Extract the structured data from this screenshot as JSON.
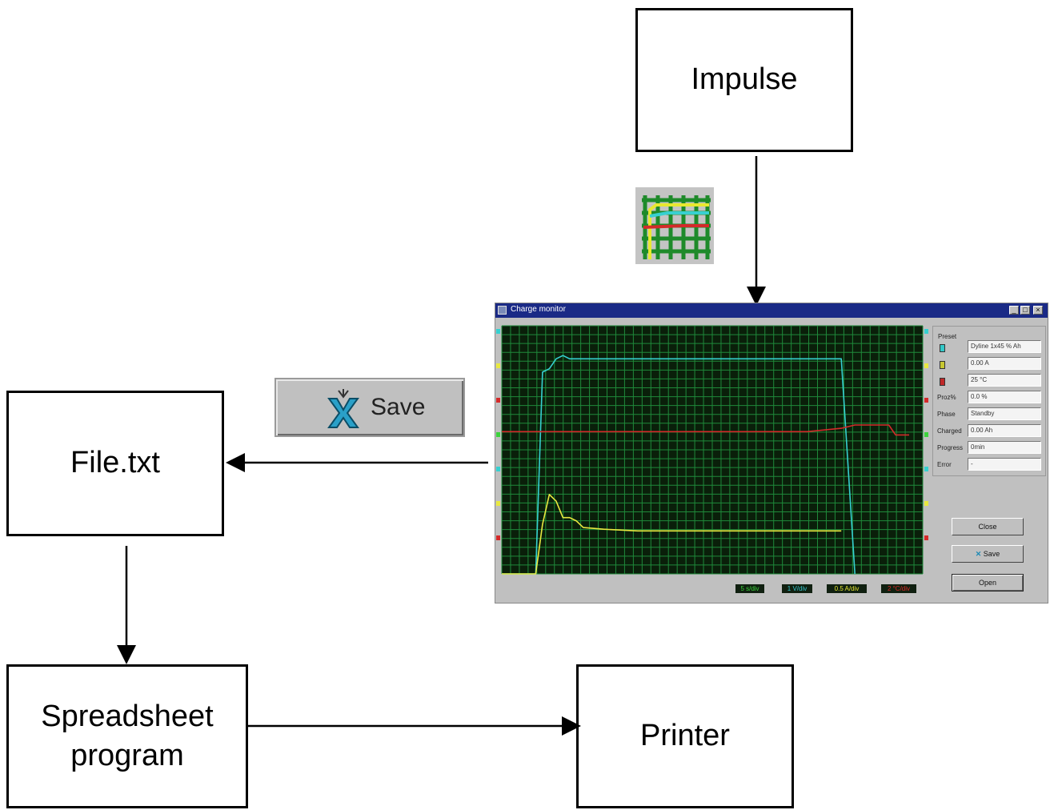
{
  "diagram": {
    "impulse": "Impulse",
    "file": "File.txt",
    "spreadsheet": [
      "Spreadsheet",
      "program"
    ],
    "printer": "Printer",
    "save_button": "Save"
  },
  "window": {
    "title": "Charge monitor",
    "panel_label": "Preset",
    "fields": [
      {
        "label": "",
        "value": "Dyline 1x45 % Ah",
        "chip_color": "#33c8c8"
      },
      {
        "label": "",
        "value": "0.00 A",
        "chip_color": "#c8c832"
      },
      {
        "label": "",
        "value": "25 °C",
        "chip_color": "#c02828"
      },
      {
        "label": "Proz%",
        "value": "0.0 %"
      },
      {
        "label": "Phase",
        "value": "Standby"
      },
      {
        "label": "Charged",
        "value": "0.00 Ah"
      },
      {
        "label": "Progress",
        "value": "0min"
      },
      {
        "label": "Error",
        "value": "-"
      }
    ],
    "buttons": {
      "close": "Close",
      "save": "Save",
      "open": "Open"
    },
    "scale_labels": [
      {
        "text": "5 s/div",
        "color": "#3cd23c"
      },
      {
        "text": "1 V/div",
        "color": "#36c8d2"
      },
      {
        "text": "0.5 A/div",
        "color": "#e6e632"
      },
      {
        "text": "2 °C/div",
        "color": "#dc2828"
      }
    ]
  },
  "colors": {
    "plot_bg": "#0a1f0a",
    "grid": "#1f8a3a",
    "voltage": "#36d0d0",
    "current": "#e8e840",
    "temperature": "#d42a2a"
  },
  "chart_data": {
    "type": "line",
    "x": [
      0,
      5,
      6,
      7,
      8,
      9,
      10,
      11,
      12,
      15,
      20,
      25,
      30,
      35,
      40,
      45,
      50,
      52,
      55,
      57,
      58,
      60
    ],
    "series": [
      {
        "name": "",
        "color": "#36d0d0",
        "values": [
          0,
          0,
          6.1,
          6.2,
          6.5,
          6.6,
          6.5,
          6.5,
          6.5,
          6.5,
          6.5,
          6.5,
          6.5,
          6.5,
          6.5,
          6.5,
          6.5,
          0,
          null,
          null,
          null,
          null
        ]
      },
      {
        "name": "",
        "color": "#e8e840",
        "values": [
          0,
          0,
          1.5,
          2.4,
          2.2,
          1.7,
          1.7,
          1.6,
          1.4,
          1.35,
          1.3,
          1.3,
          1.3,
          1.3,
          1.3,
          1.3,
          1.3,
          null,
          null,
          null,
          null,
          null
        ]
      },
      {
        "name": "",
        "color": "#d42a2a",
        "values": [
          4.3,
          4.3,
          4.3,
          4.3,
          4.3,
          4.3,
          4.3,
          4.3,
          4.3,
          4.3,
          4.3,
          4.3,
          4.3,
          4.3,
          4.3,
          4.3,
          4.4,
          4.5,
          4.5,
          4.5,
          4.2,
          4.2
        ]
      }
    ],
    "xlim": [
      0,
      62
    ],
    "ylim": [
      0,
      7.5
    ],
    "grid": true
  }
}
